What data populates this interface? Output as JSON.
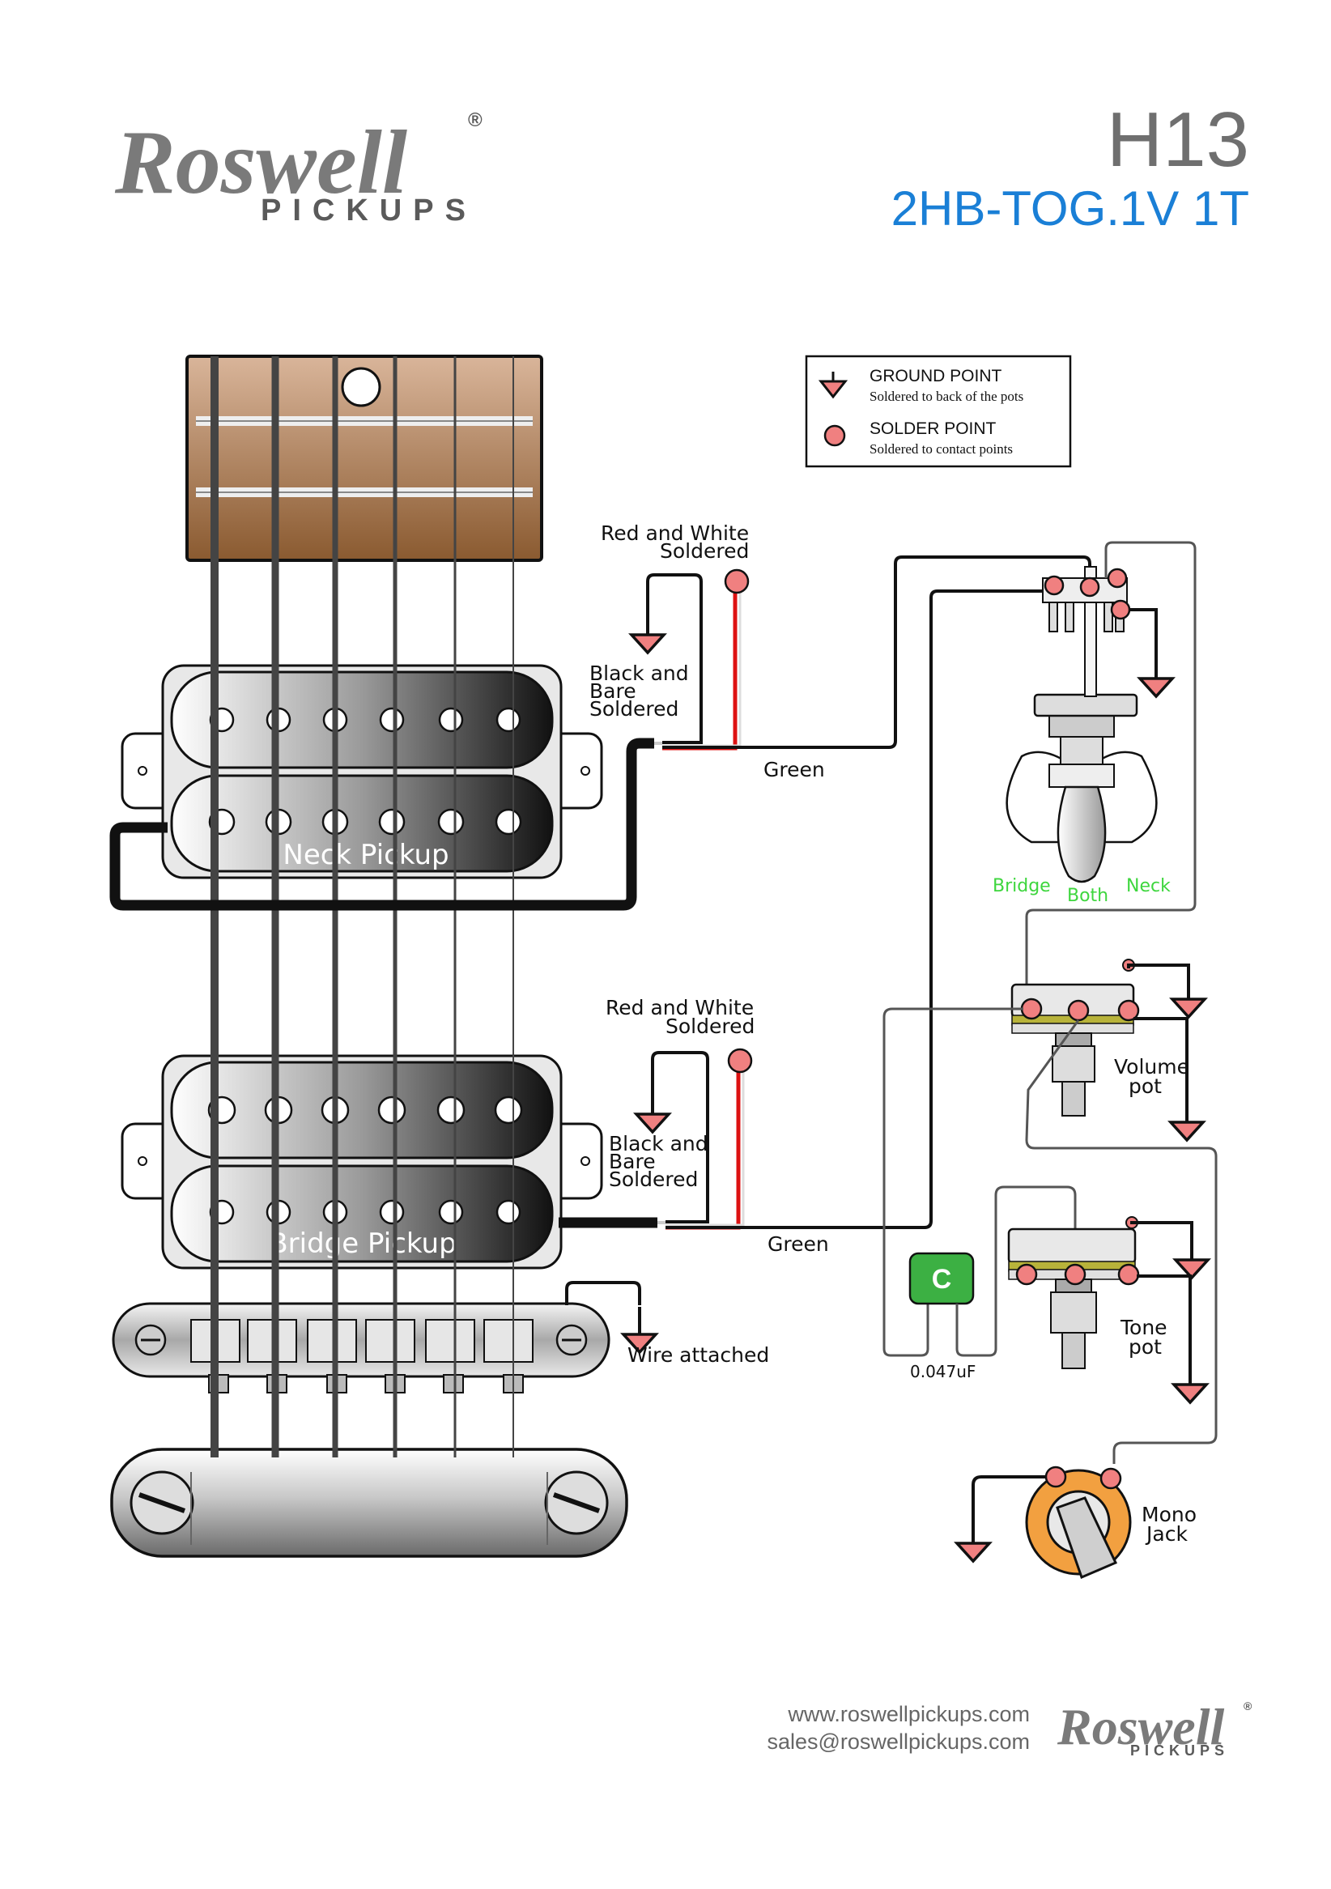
{
  "header": {
    "brand_name": "Roswell",
    "brand_reg": "®",
    "brand_sub": "PICKUPS",
    "model": "H13",
    "subtitle": "2HB-TOG.1V 1T"
  },
  "legend": {
    "ground_title": "GROUND POINT",
    "ground_desc": "Soldered to back of  the pots",
    "solder_title": "SOLDER POINT",
    "solder_desc": "Soldered to contact points"
  },
  "neck": {
    "red_white_1": "Red and White",
    "red_white_2": "Soldered",
    "black_bare_1": "Black and",
    "black_bare_2": "Bare",
    "black_bare_3": "Soldered",
    "green": "Green",
    "pickup_label": "Neck Pickup"
  },
  "bridge": {
    "red_white_1": "Red and White",
    "red_white_2": "Soldered",
    "black_bare_1": "Black and",
    "black_bare_2": "Bare",
    "black_bare_3": "Soldered",
    "green": "Green",
    "pickup_label": "Bridge Pickup"
  },
  "switch": {
    "bridge": "Bridge",
    "both": "Both",
    "neck": "Neck"
  },
  "volume": {
    "line1": "Volume",
    "line2": "pot"
  },
  "tone": {
    "line1": "Tone",
    "line2": "pot"
  },
  "capacitor": {
    "letter": "C",
    "value": "0.047uF"
  },
  "jack": {
    "line1": "Mono",
    "line2": "Jack"
  },
  "tailpiece": {
    "wire_note": "Wire attached"
  },
  "footer": {
    "website": "www.roswellpickups.com",
    "email": "sales@roswellpickups.com",
    "brand_name": "Roswell",
    "brand_reg": "®",
    "brand_sub": "PICKUPS"
  },
  "colors": {
    "subtitle_blue": "#1a7fd6",
    "switch_label_green": "#3ed63e",
    "solder_point": "#f08080",
    "jack_orange": "#f2a040",
    "capacitor_green": "#3cb043"
  }
}
